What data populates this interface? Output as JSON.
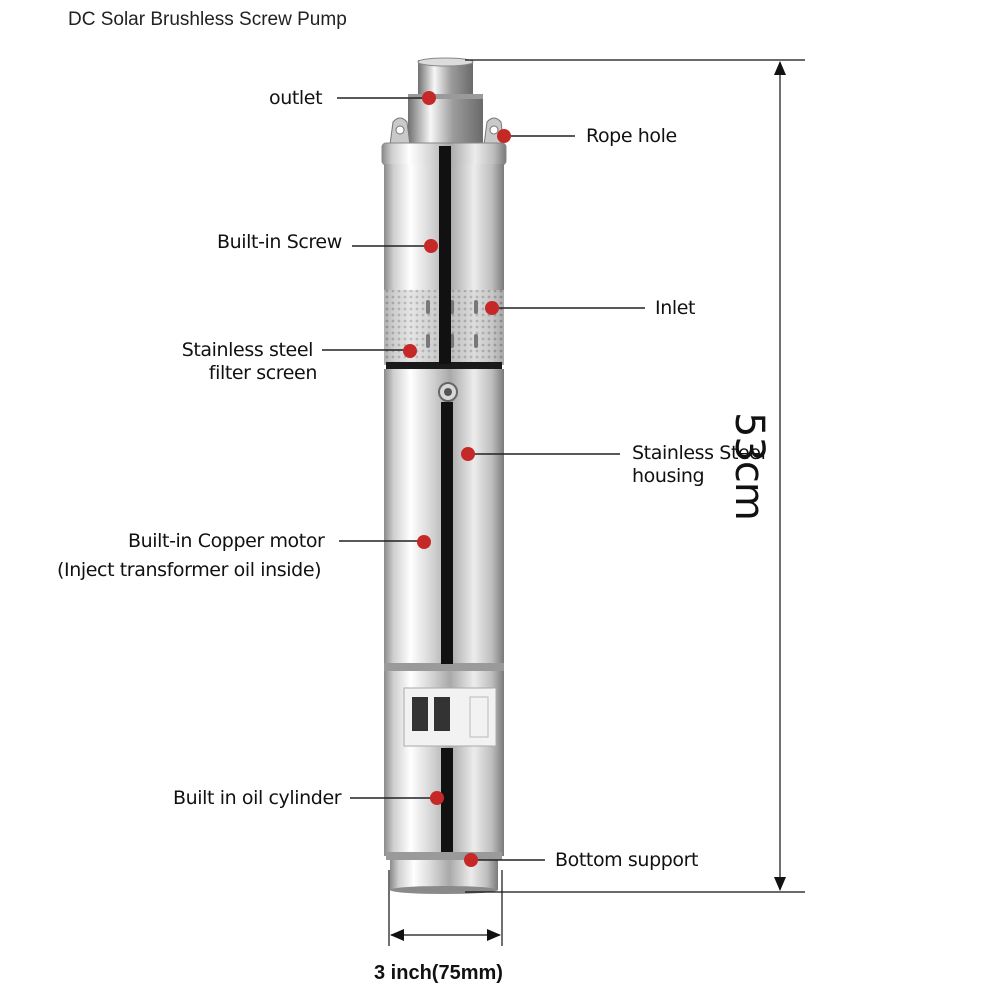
{
  "title": "DC Solar Brushless Screw Pump",
  "labels": {
    "outlet": "outlet",
    "rope_hole": "Rope hole",
    "builtin_screw": "Built-in Screw",
    "inlet": "Inlet",
    "filter_screen_line1": "Stainless steel",
    "filter_screen_line2": "filter screen",
    "housing_line1": "Stainless Steel",
    "housing_line2": "housing",
    "motor_line1": "Built-in Copper motor",
    "motor_line2": "(Inject transformer oil inside)",
    "oil_cylinder": "Built in oil cylinder",
    "bottom_support": "Bottom support"
  },
  "dimensions": {
    "height": "53cm",
    "diameter": "3 inch(75mm)"
  },
  "colors": {
    "marker": "#c62828",
    "line": "#222222",
    "steel_light": "#f4f4f4",
    "steel_dark": "#6e6e6e",
    "stripe": "#111111"
  }
}
